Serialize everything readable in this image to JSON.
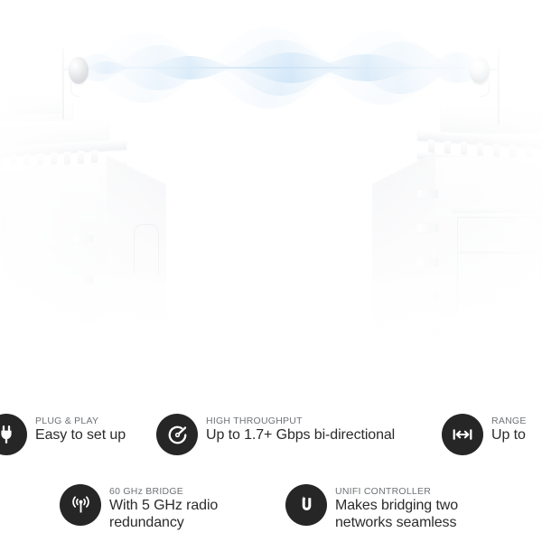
{
  "hero": {
    "scene_name": "airFiber 60 point-to-point wireless bridge between two rooftops",
    "left_antenna": "dish-antenna-left",
    "right_antenna": "dish-antenna-right",
    "beam": "wireless-signal-wave",
    "beam_color": "#9ecbef",
    "background_color": "#ffffff"
  },
  "features": {
    "accent_dark": "#262626",
    "label_color": "#6f7276",
    "value_color": "#2b2b2d",
    "row1": [
      {
        "icon": "power-plug-icon",
        "label": "PLUG & PLAY",
        "value": "Easy to set up"
      },
      {
        "icon": "speedometer-icon",
        "label": "HIGH THROUGHPUT",
        "value": "Up to 1.7+ Gbps bi-directional"
      },
      {
        "icon": "range-arrows-icon",
        "label": "RANGE",
        "value": "Up to"
      }
    ],
    "row2": [
      {
        "icon": "broadcast-antenna-icon",
        "label": "60 GHz BRIDGE",
        "value": "With 5 GHz radio\nredundancy"
      },
      {
        "icon": "unifi-u-logo-icon",
        "label": "UNIFI CONTROLLER",
        "value": "Makes bridging two\nnetworks seamless"
      }
    ]
  }
}
